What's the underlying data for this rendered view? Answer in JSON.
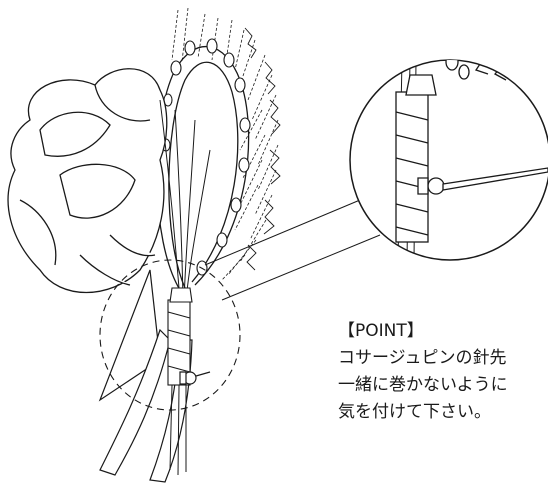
{
  "note": {
    "heading": "【POINT】",
    "lines": [
      "コサージュピンの針先",
      "一緒に巻かないように",
      "気を付けて下さい。"
    ]
  },
  "colors": {
    "line": "#1a1a1a",
    "background": "#ffffff"
  }
}
